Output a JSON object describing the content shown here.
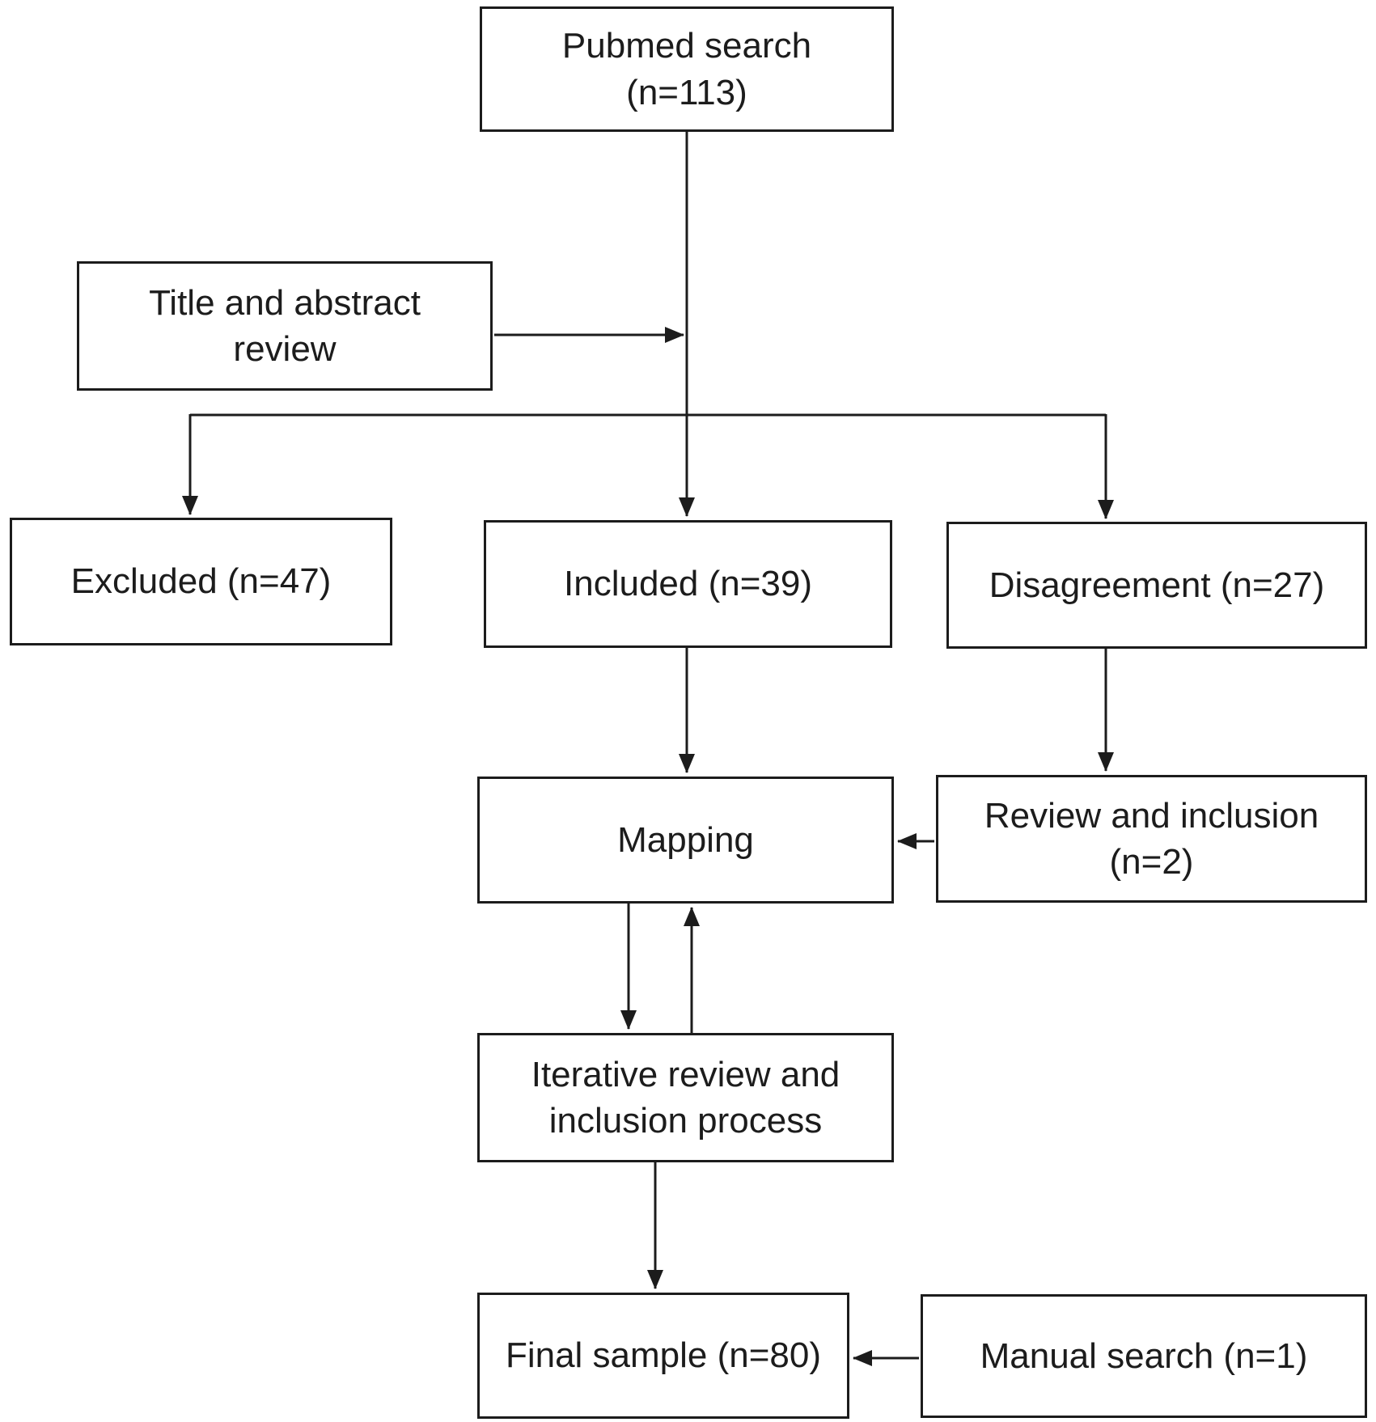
{
  "figure": {
    "type": "flowchart",
    "background_color": "#ffffff",
    "box_fill_color": "#ffffff",
    "line_color": "#1c1c1c",
    "text_color": "#1c1c1c"
  },
  "nodes": {
    "pubmed_search": {
      "label": "Pubmed search\n(n=113)"
    },
    "title_abstract_review": {
      "label": "Title and abstract\nreview"
    },
    "excluded": {
      "label": "Excluded (n=47)"
    },
    "included": {
      "label": "Included (n=39)"
    },
    "disagreement": {
      "label": "Disagreement (n=27)"
    },
    "mapping": {
      "label": "Mapping"
    },
    "review_inclusion": {
      "label": "Review and inclusion\n(n=2)"
    },
    "iterative_review": {
      "label": "Iterative review and\ninclusion process"
    },
    "final_sample": {
      "label": "Final sample (n=80)"
    },
    "manual_search": {
      "label": "Manual search (n=1)"
    }
  },
  "edges": [
    {
      "id": "edge-pubmed-to-included",
      "from": "pubmed_search",
      "to": "included",
      "arrow": true
    },
    {
      "id": "edge-title-review-to-flow",
      "from": "title_abstract_review",
      "to": "main_flow_line",
      "arrow": true
    },
    {
      "id": "edge-split-line",
      "from": "main_flow_line",
      "to": "branches",
      "arrow": false
    },
    {
      "id": "edge-split-to-excluded",
      "from": "pubmed_search",
      "to": "excluded",
      "arrow": true
    },
    {
      "id": "edge-split-to-disagreement",
      "from": "pubmed_search",
      "to": "disagreement",
      "arrow": true
    },
    {
      "id": "edge-included-to-mapping",
      "from": "included",
      "to": "mapping",
      "arrow": true
    },
    {
      "id": "edge-disagreement-to-review-inclusion",
      "from": "disagreement",
      "to": "review_inclusion",
      "arrow": true
    },
    {
      "id": "edge-review-inclusion-to-mapping",
      "from": "review_inclusion",
      "to": "mapping",
      "arrow": true
    },
    {
      "id": "edge-mapping-to-iterative",
      "from": "mapping",
      "to": "iterative_review",
      "arrow": true
    },
    {
      "id": "edge-iterative-to-mapping",
      "from": "iterative_review",
      "to": "mapping",
      "arrow": true
    },
    {
      "id": "edge-iterative-to-final",
      "from": "iterative_review",
      "to": "final_sample",
      "arrow": true
    },
    {
      "id": "edge-manual-to-final",
      "from": "manual_search",
      "to": "final_sample",
      "arrow": true
    }
  ]
}
